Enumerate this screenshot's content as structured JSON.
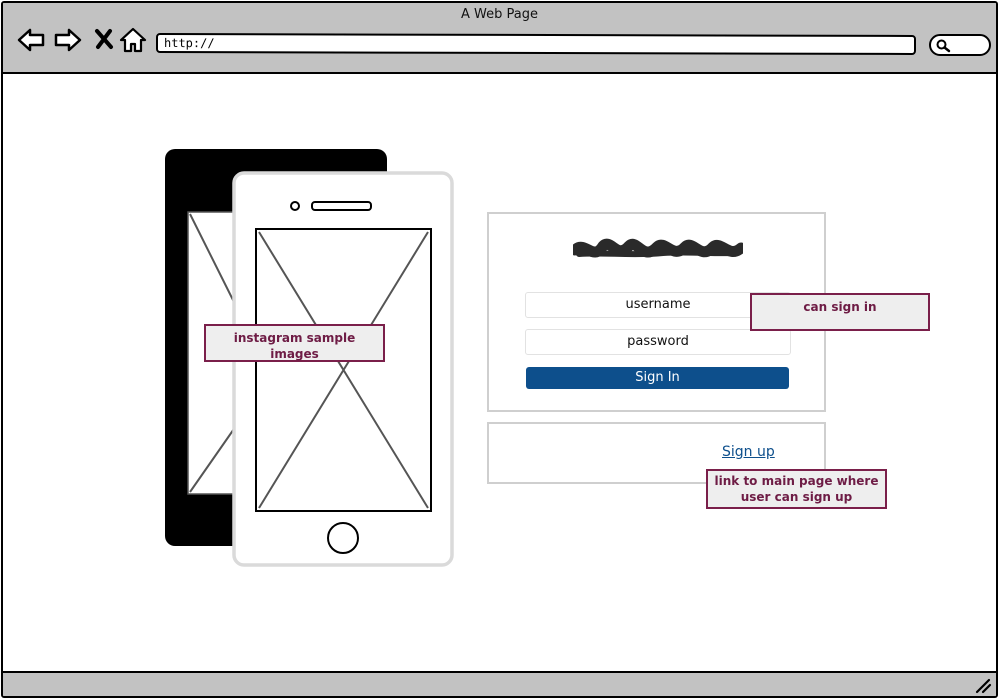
{
  "window": {
    "title": "A Web Page"
  },
  "browser": {
    "url": "http://",
    "icons": [
      "back-arrow-icon",
      "forward-arrow-icon",
      "close-x-icon",
      "home-icon",
      "search-icon",
      "resize-grip-icon"
    ]
  },
  "login": {
    "username_label": "username",
    "password_label": "password",
    "signin_label": "Sign In"
  },
  "signup": {
    "link_label": "Sign up"
  },
  "notes": {
    "sample_images": "instagram sample images",
    "can_sign_in": "can sign in",
    "signup_link": "link to main page where user can sign up"
  },
  "colors": {
    "chrome": "#c2c2c2",
    "button": "#0d4f8c",
    "note_border": "#7a1f4a",
    "note_text": "#6e1c45",
    "panel_border": "#cfcfcf"
  }
}
